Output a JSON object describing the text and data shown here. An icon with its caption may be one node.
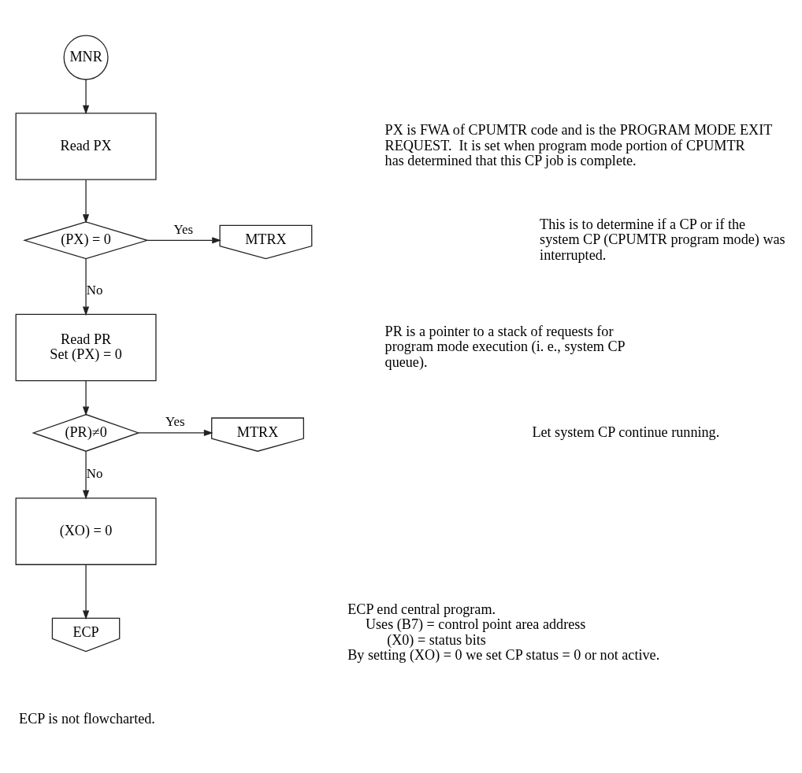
{
  "diagram": {
    "nodes": [
      {
        "text": [
          "MNR"
        ]
      },
      {
        "text": [
          "Read PX"
        ]
      },
      {
        "text": [
          "(PX) = 0"
        ]
      },
      {
        "text": [
          "MTRX"
        ]
      },
      {
        "text": [
          "Read PR",
          "Set (PX) = 0"
        ]
      },
      {
        "text": [
          "(PR)≠0"
        ]
      },
      {
        "text": [
          "MTRX"
        ]
      },
      {
        "text": [
          "(XO) = 0"
        ]
      },
      {
        "text": [
          "ECP"
        ]
      }
    ],
    "edges": [
      {
        "from": 0,
        "to": 1,
        "arrow": "to"
      },
      {
        "from": 1,
        "to": 2,
        "arrow": "to"
      },
      {
        "from": 2,
        "to": 3,
        "arrow": "to",
        "label": "Yes"
      },
      {
        "from": 2,
        "to": 4,
        "arrow": "to",
        "label": "No"
      },
      {
        "from": 4,
        "to": 5,
        "arrow": "to"
      },
      {
        "from": 5,
        "to": 6,
        "arrow": "to",
        "label": "Yes"
      },
      {
        "from": 5,
        "to": 7,
        "arrow": "to",
        "label": "No"
      },
      {
        "from": 7,
        "to": 8,
        "arrow": "to"
      }
    ],
    "labels": [
      "PX is FWA of CPUMTR code and is the PROGRAM MODE EXIT REQUEST.  It is set when program mode portion of CPUMTR has determined that this CP job is complete.",
      "This is to determine if a CP or if the system CP (CPUMTR program mode) was interrupted.",
      "PR is a pointer to a stack of requests for program mode execution (i. e., system CP queue).",
      "Let system CP continue running.",
      "ECP end central program.",
      "Uses (B7) = control point area address",
      "(X0) = status bits",
      "By setting (XO) = 0 we set CP status = 0 or not active.",
      "ECP is not flowcharted."
    ]
  }
}
